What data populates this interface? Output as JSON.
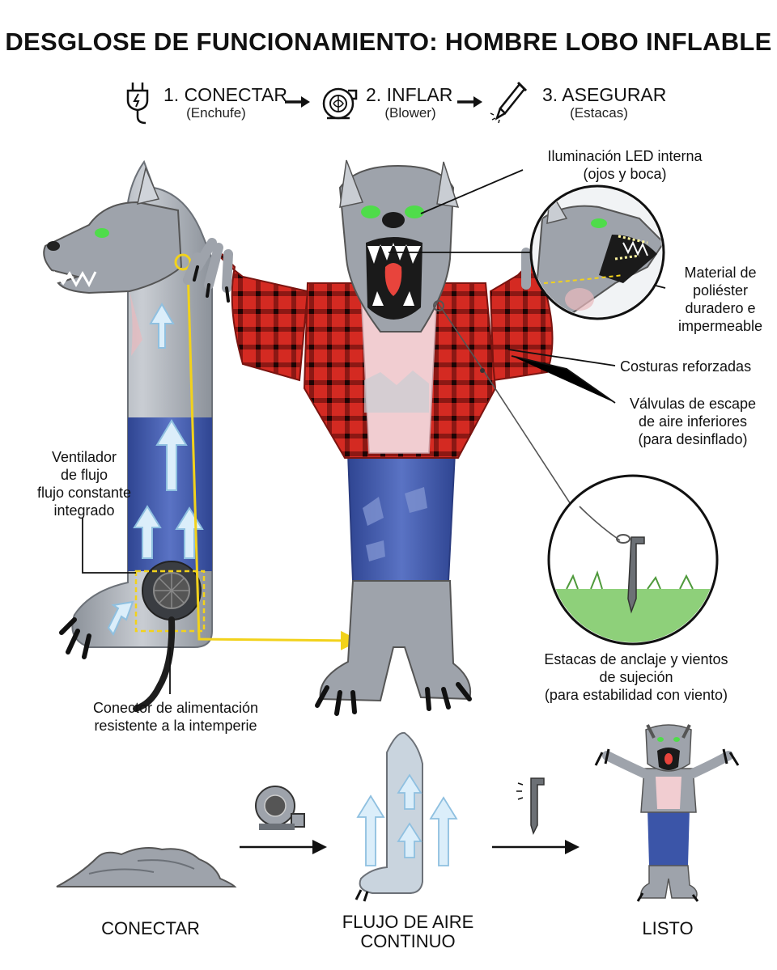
{
  "title": "DESGLOSE DE FUNCIONAMIENTO: HOMBRE LOBO INFLABLE",
  "steps": [
    {
      "label": "1. CONECTAR",
      "sub": "(Enchufe)",
      "icon": "plug-icon"
    },
    {
      "label": "2. INFLAR",
      "sub": "(Blower)",
      "icon": "blower-icon"
    },
    {
      "label": "3. ASEGURAR",
      "sub": "(Estacas)",
      "icon": "stake-icon"
    }
  ],
  "callouts": {
    "led_line1": "Iluminación LED interna",
    "led_line2": "(ojos y boca)",
    "material_line1": "Material de",
    "material_line2": "poliéster",
    "material_line3": "duradero e",
    "material_line4": "impermeable",
    "seams": "Costuras reforzadas",
    "valves_line1": "Válvulas de escape",
    "valves_line2": "de aire inferiores",
    "valves_line3": "(para desinflado)",
    "fan_line1": "Ventilador",
    "fan_line2": "de flujo",
    "fan_line3": "flujo constante",
    "fan_line4": "integrado",
    "stakes_line1": "Estacas de anclaje y vientos",
    "stakes_line2": "de sujeción",
    "stakes_line3": "(para estabilidad con viento)",
    "power_line1": "Conector de alimentación",
    "power_line2": "resistente a la intemperie"
  },
  "bottom": {
    "connect": "CONECTAR",
    "flow_line1": "FLUJO DE AIRE",
    "flow_line2": "CONTINUO",
    "ready": "LISTO"
  },
  "colors": {
    "fur_gray": "#9ea3ab",
    "shirt_red": "#d42a22",
    "jeans_blue": "#3b55a8",
    "eye_green": "#4fdc4a",
    "wire_yellow": "#f2d21b",
    "air_blue": "#bfe2f5"
  }
}
